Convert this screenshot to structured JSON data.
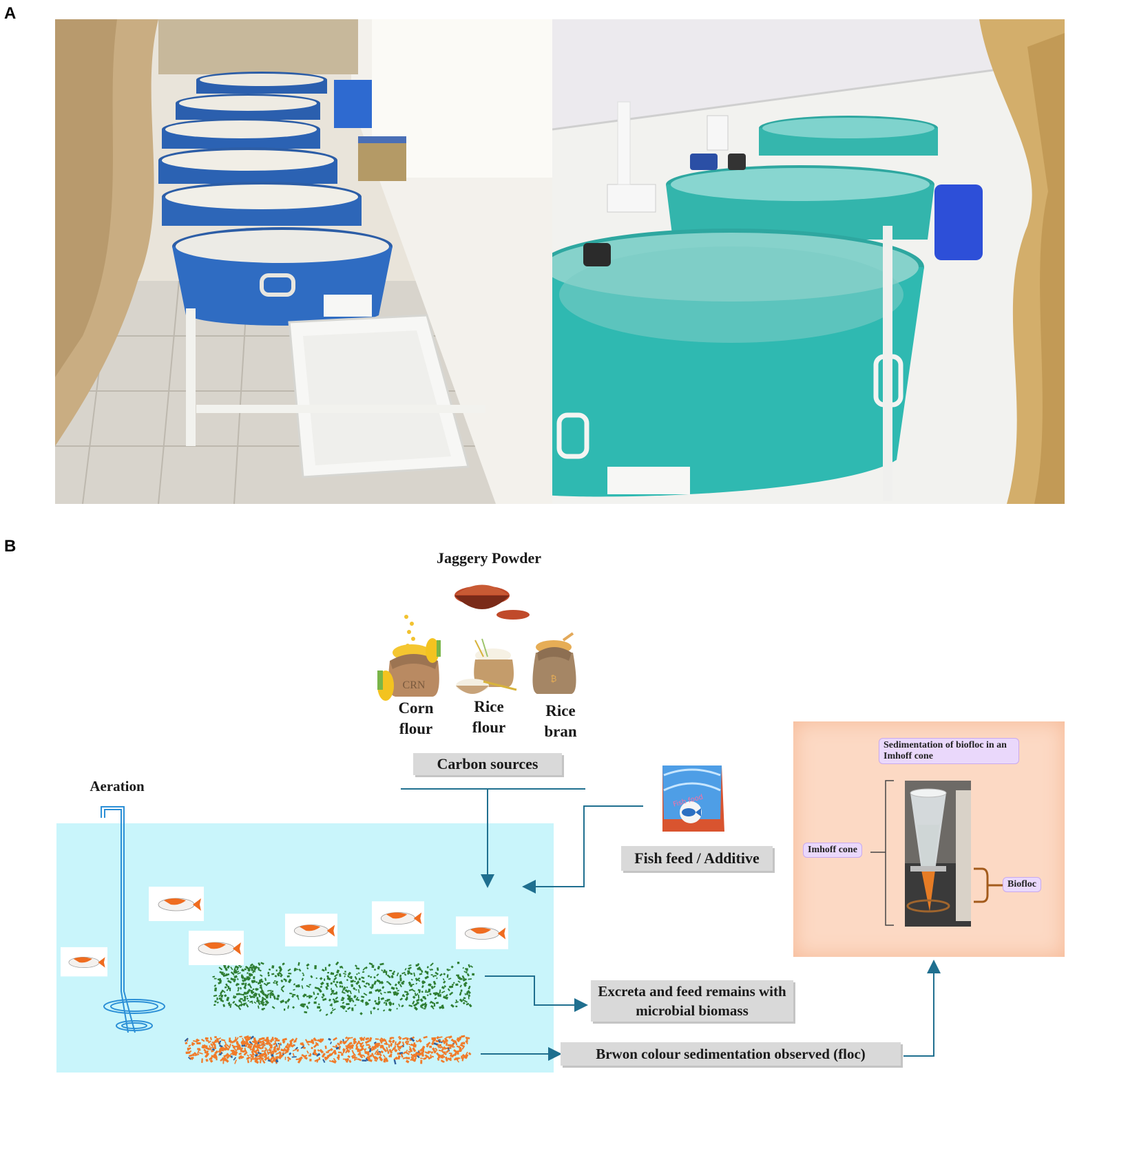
{
  "panels": {
    "a": "A",
    "b": "B"
  },
  "labels": {
    "jaggery": "Jaggery Powder",
    "corn": "Corn flour",
    "corn_bag_text": "CRN",
    "rice": "Rice flour",
    "bran": "Rice bran",
    "carbon": "Carbon sources",
    "aeration": "Aeration",
    "fishfeed": "Fish feed / Additive",
    "fishfeed_bag_text": "Fish food",
    "excreta": "Excreta and feed remains with microbial biomass",
    "sediment": "Brwon colour sedimentation observed (floc)",
    "sed_title": "Sedimentation of biofloc in an Imhoff cone",
    "imhoff": "Imhoff cone",
    "biofloc": "Biofloc"
  },
  "colors": {
    "water": "#c9f5fb",
    "arrow": "#1f6f8f",
    "floc_green": "#2e7d32",
    "floc_orange": "#f07b2a",
    "fish_orange": "#ef6c1f",
    "inset_bg": "#fcd9c4",
    "tank_blue": "#2b63b8",
    "tank_teal": "#2fb9b1"
  }
}
